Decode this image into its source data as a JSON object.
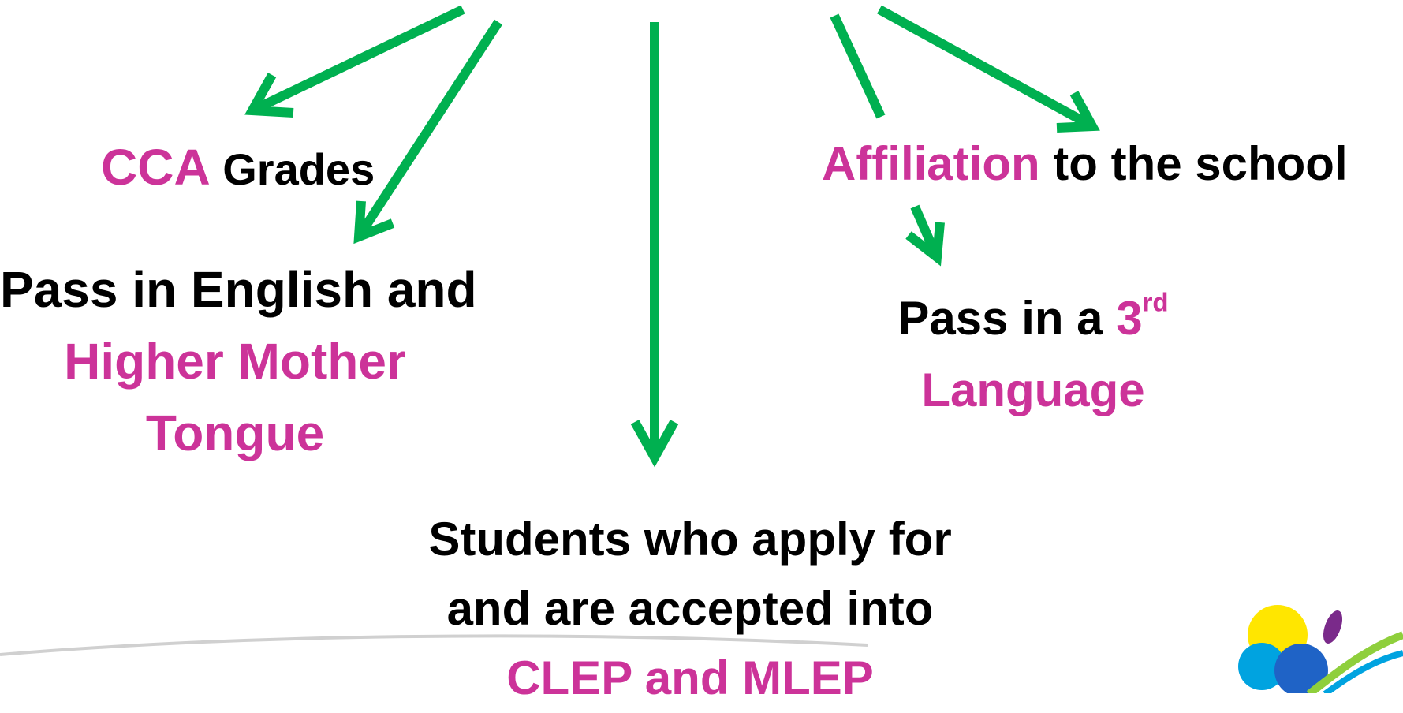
{
  "colors": {
    "arrow": "#00b050",
    "accent": "#cc3399",
    "text": "#000000"
  },
  "nodes": {
    "cca": {
      "highlight": "CCA",
      "rest": " Grades"
    },
    "english": {
      "line1": "Pass in English and",
      "line2": "Higher Mother",
      "line3": "Tongue"
    },
    "affiliation": {
      "highlight": "Affiliation",
      "rest": " to the school"
    },
    "third_language": {
      "prefix": "Pass in a ",
      "highlight": "3",
      "sup": "rd",
      "line2": "Language"
    },
    "students": {
      "line1": "Students who apply for",
      "line2": "and are accepted into",
      "line3": "CLEP and MLEP"
    }
  }
}
